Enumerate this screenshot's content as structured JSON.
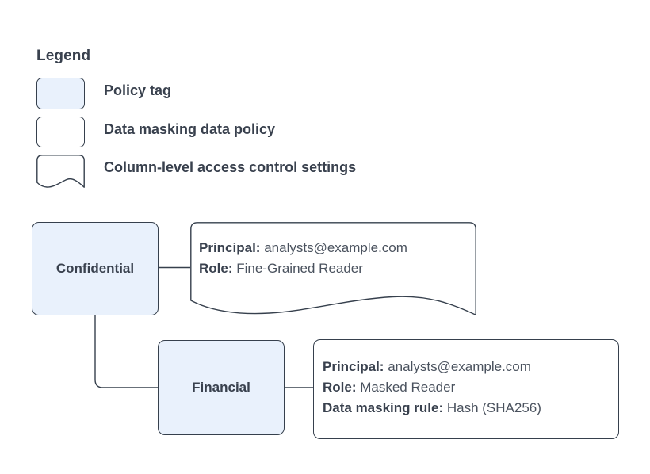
{
  "legend": {
    "title": "Legend",
    "items": [
      {
        "label": "Policy tag",
        "shape": "rounded-rect",
        "fill": "#e9f1fc",
        "icon": "policy-tag-swatch"
      },
      {
        "label": "Data masking data policy",
        "shape": "rounded-rect",
        "fill": "#ffffff",
        "icon": "data-policy-swatch"
      },
      {
        "label": "Column-level access control settings",
        "shape": "wavy-bottom-rect",
        "fill": "#ffffff",
        "icon": "access-control-swatch"
      }
    ]
  },
  "diagram": {
    "nodes": [
      {
        "id": "confidential",
        "label": "Confidential",
        "fill": "#e9f1fc"
      },
      {
        "id": "financial",
        "label": "Financial",
        "fill": "#e9f1fc"
      }
    ],
    "callouts": [
      {
        "id": "confidential-access",
        "shape": "wavy-bottom-rect",
        "lines": [
          {
            "label": "Principal:",
            "value": "analysts@example.com"
          },
          {
            "label": "Role:",
            "value": "Fine-Grained Reader"
          }
        ]
      },
      {
        "id": "financial-policy",
        "shape": "rounded-rect",
        "lines": [
          {
            "label": "Principal:",
            "value": "analysts@example.com"
          },
          {
            "label": "Role:",
            "value": "Masked Reader"
          },
          {
            "label": "Data masking rule:",
            "value": "Hash (SHA256)"
          }
        ]
      }
    ]
  },
  "colors": {
    "stroke": "#36404d",
    "tag_fill": "#e9f1fc",
    "text": "#39414e",
    "value_text": "#4a525e",
    "background": "#ffffff"
  }
}
